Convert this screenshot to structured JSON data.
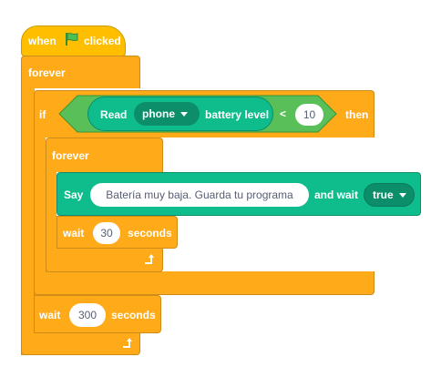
{
  "hat": {
    "when": "when",
    "clicked": "clicked",
    "flag_icon": "green-flag-icon"
  },
  "outer_forever": {
    "label": "forever",
    "loop_icon": "loop-arrow-icon"
  },
  "if_block": {
    "label": "if",
    "then": "then",
    "sensor": {
      "read": "Read",
      "device": "phone",
      "property": "battery level"
    },
    "operator": "<",
    "threshold": "10"
  },
  "inner_forever": {
    "label": "forever",
    "loop_icon": "loop-arrow-icon"
  },
  "say_block": {
    "label": "Say",
    "message": "Batería muy baja. Guarda tu programa",
    "and_wait": "and wait",
    "wait_value": "true"
  },
  "inner_wait": {
    "label": "wait",
    "value": "30",
    "unit": "seconds"
  },
  "outer_wait": {
    "label": "wait",
    "value": "300",
    "unit": "seconds"
  },
  "colors": {
    "control": "#FFAB19",
    "control_border": "#CF8B17",
    "event": "#FFBF00",
    "operator": "#59C059",
    "extension": "#0FBD8C",
    "extension_dark": "#0B8E69",
    "text_dark": "#575E75"
  }
}
